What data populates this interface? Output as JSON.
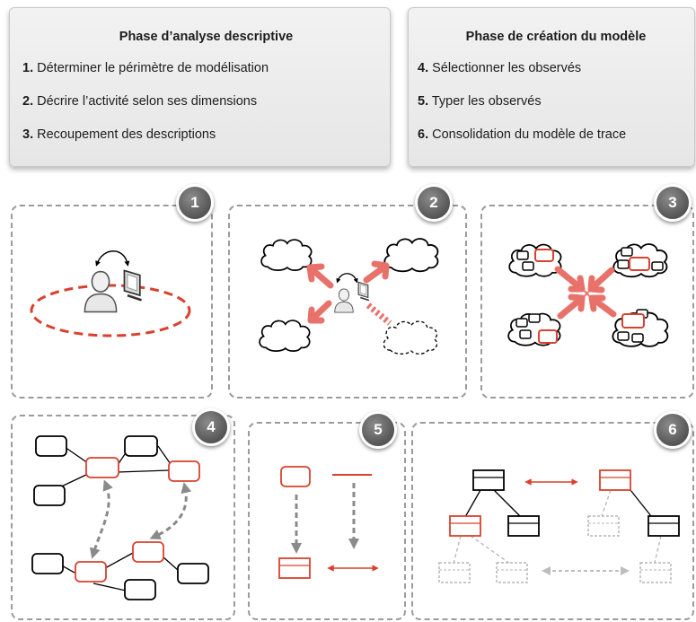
{
  "phases": [
    {
      "title": "Phase d’analyse descriptive",
      "steps": [
        {
          "num": "1.",
          "text": "Déterminer le périmètre de modélisation"
        },
        {
          "num": "2.",
          "text": "Décrire l’activité selon ses dimensions"
        },
        {
          "num": "3.",
          "text": "Recoupement des descriptions"
        }
      ]
    },
    {
      "title": "Phase de création du modèle",
      "steps": [
        {
          "num": "4.",
          "text": "Sélectionner les observés"
        },
        {
          "num": "5.",
          "text": "Typer les observés"
        },
        {
          "num": "6.",
          "text": "Consolidation du modèle de trace"
        }
      ]
    }
  ],
  "panels": [
    {
      "badge": "1"
    },
    {
      "badge": "2"
    },
    {
      "badge": "3"
    },
    {
      "badge": "4"
    },
    {
      "badge": "5"
    },
    {
      "badge": "6"
    }
  ],
  "colors": {
    "accent": "#d9412e",
    "arrow_fill": "#e8726a",
    "neutral": "#8a8a8a"
  }
}
